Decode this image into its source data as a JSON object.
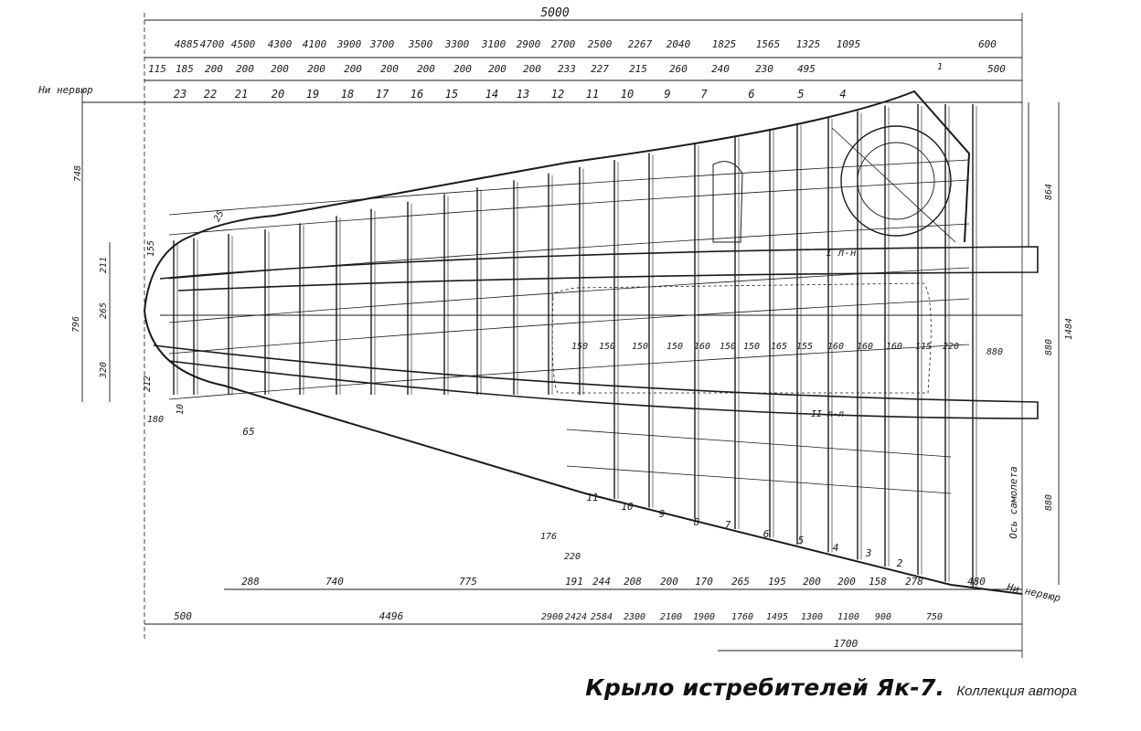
{
  "caption": {
    "title": "Крыло истребителей Як-7.",
    "subtitle": "Коллекция автора"
  },
  "drawing": {
    "overall_span": "5000",
    "station_positions": [
      "4885",
      "4700",
      "4500",
      "4300",
      "4100",
      "3900",
      "3700",
      "3500",
      "3300",
      "3100",
      "2900",
      "2700",
      "2500",
      "2267",
      "2040",
      "1825",
      "1565",
      "1325",
      "1095",
      "600"
    ],
    "spacings": [
      "115",
      "185",
      "200",
      "200",
      "200",
      "200",
      "200",
      "200",
      "200",
      "200",
      "200",
      "200",
      "233",
      "227",
      "215",
      "260",
      "240",
      "230",
      "495",
      "500"
    ],
    "rib_numbers": [
      "23",
      "22",
      "21",
      "20",
      "19",
      "18",
      "17",
      "16",
      "15",
      "14",
      "13",
      "12",
      "11",
      "10",
      "9",
      "7",
      "6",
      "5",
      "4"
    ],
    "trailing_rib_numbers": [
      "11",
      "10",
      "9",
      "8",
      "7",
      "6",
      "5",
      "4",
      "3",
      "2"
    ],
    "inner_spacings": [
      "150",
      "150",
      "150",
      "150",
      "160",
      "150",
      "150",
      "165",
      "155",
      "160",
      "160",
      "160",
      "115",
      "220"
    ],
    "bottom_spacings": [
      "288",
      "740",
      "775",
      "191",
      "244",
      "208",
      "200",
      "170",
      "265",
      "195",
      "200",
      "200",
      "158",
      "278",
      "480"
    ],
    "bottom_positions": [
      "2900",
      "2424",
      "2584",
      "2300",
      "2100",
      "1900",
      "1760",
      "1495",
      "1300",
      "1100",
      "900",
      "750"
    ],
    "bottom_overall": [
      "500",
      "4496"
    ],
    "aileron_dim": "1700",
    "left_labels": {
      "top": "748",
      "a": "155",
      "b": "211",
      "c": "796",
      "d": "265",
      "e": "320",
      "f": "212",
      "g": "180",
      "h": "10",
      "i": "25",
      "j": "65"
    },
    "right_labels": {
      "a": "864",
      "b": "1484",
      "c": "880",
      "d": "880",
      "e": "880"
    },
    "annotations": {
      "rib_axis_left": "Ни нервюр",
      "rib_axis_right": "Ни нервюр",
      "spar_front": "I л-н",
      "spar_rear": "II л-л",
      "fuselage_axis": "Ось самолета",
      "dim_176": "176",
      "dim_220": "220",
      "dim_1": "1"
    }
  }
}
